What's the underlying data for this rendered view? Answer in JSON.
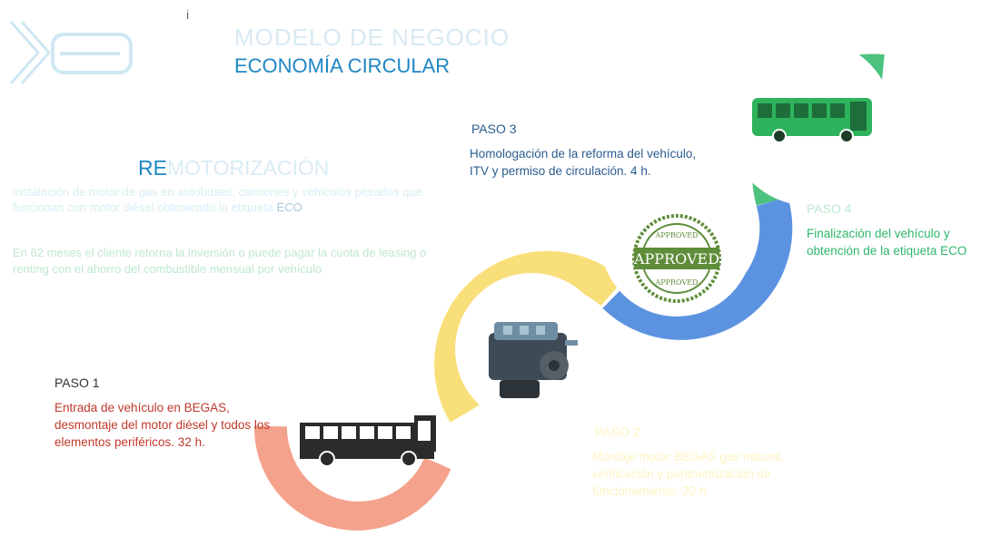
{
  "header": {
    "logo_name": "BEGAS logo",
    "heading_faded": "MODELO DE NEGOCIO",
    "subtitle": "ECONOMÍA CIRCULAR",
    "stray_mark": "i"
  },
  "remotorizacion": {
    "title_strong": "RE",
    "title_faded": "MOTORIZACIÓN",
    "paragraph1": "Instalación de motor de gas en autobuses, camiones y vehículos pesados que funcionan con motor diésel obteniendo la etiqueta",
    "paragraph1_eco": "ECO",
    "paragraph2": "En 62 meses el cliente retorna la inversión o puede pagar la cuota de leasing o renting con el ahorro del combustible mensual por vehículo"
  },
  "steps": [
    {
      "label": "PASO 1",
      "text": "Entrada de vehículo en BEGAS, desmontaje del motor diésel y todos los elementos periféricos. 32 h."
    },
    {
      "label": "PASO 2",
      "text": "Montaje motor BEGAS gas natural, verificación y parametrización de funcionamiento. 20 h."
    },
    {
      "label": "PASO 3",
      "text": "Homologación de la reforma del vehículo, ITV y permiso de circulación. 4 h."
    },
    {
      "label": "PASO 4",
      "text": "Finalización del vehículo y obtención de la etiqueta ECO"
    }
  ],
  "badge": {
    "main_text": "APPROVED",
    "ring_top": "APPROVED",
    "ring_bottom": "APPROVED"
  },
  "icons": {
    "step1": "bus-icon",
    "step2": "engine-icon",
    "step3": "approved-stamp-icon",
    "step4": "eco-bus-icon"
  },
  "colors": {
    "brand_blue": "#1e86c4",
    "ring_step1": "#f4a28c",
    "ring_step2": "#f9df7a",
    "ring_step3": "#5b93e0",
    "ring_step4": "#4cc27e",
    "step1_text": "#c0392b",
    "step3_text": "#2c5c8f",
    "step4_text": "#2fb66b",
    "badge_green": "#5f8d3a"
  }
}
